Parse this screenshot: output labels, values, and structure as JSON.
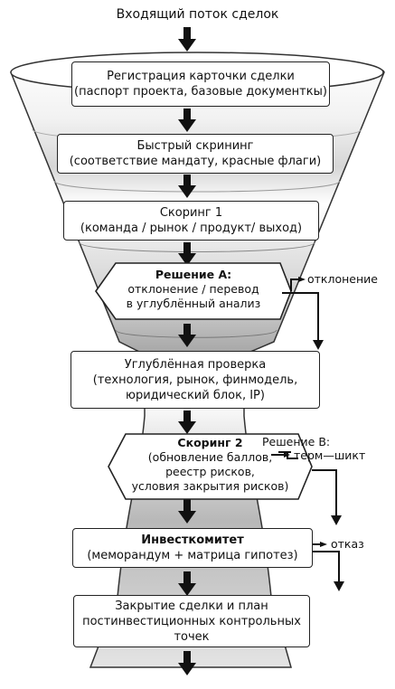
{
  "title": "Входящий поток сделок",
  "steps": {
    "registration": {
      "line1": "Регистрация карточки сделки",
      "line2": "(паспорт проекта, базовые документкы)"
    },
    "screening": {
      "line1": "Быстрый скрининг",
      "line2": "(соответствие мандату, красные флаги)"
    },
    "scoring1": {
      "line1": "Скоринг 1",
      "line2": "(команда / рынок / продукт/ выход)"
    },
    "decisionA": {
      "title": "Решение А:",
      "line2": "отклонение / перевод",
      "line3": "в углублённый анализ"
    },
    "duediligence": {
      "line1": "Углублённая проверка",
      "line2": "(технология, рынок, финмодель,",
      "line3": "юридический блок, IP)"
    },
    "scoring2": {
      "title": "Скоринг 2",
      "line2": "(обновление баллов,",
      "line3": "реестр рисков,",
      "line4": "условия закрытия рисков)"
    },
    "committee": {
      "line1": "Инвесткомитет",
      "line2": "(меморандум + матрица гипотез)"
    },
    "closing": {
      "line1": "Закрытие сделки и план",
      "line2": "постинвестиционных контрольных",
      "line3": "точек"
    }
  },
  "side_labels": {
    "rejection": "отклонение",
    "decisionB": "Решение В:",
    "termsheet": "терм—шикт",
    "refusal": "отказ"
  }
}
